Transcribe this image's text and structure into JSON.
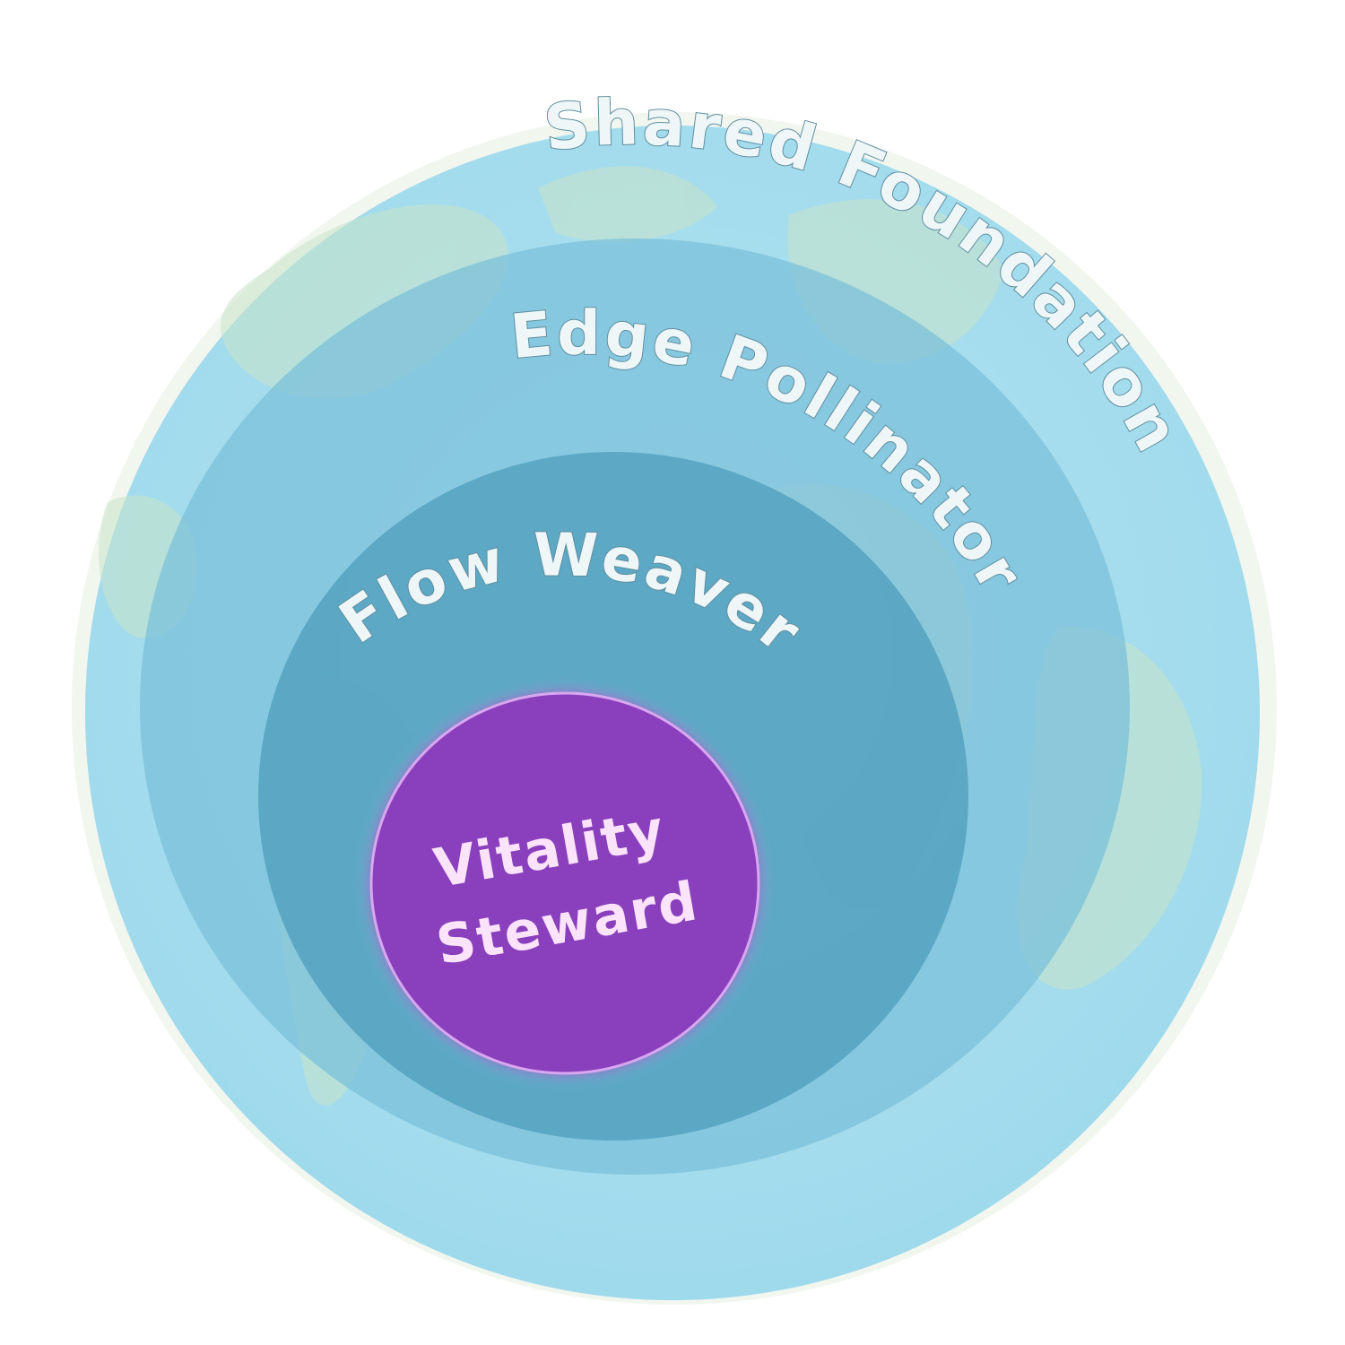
{
  "diagram": {
    "rings": [
      {
        "id": "outer",
        "label": "Shared Foundation",
        "color": "#9fdcef"
      },
      {
        "id": "second",
        "label": "Edge Pollinator",
        "color": "#78bfda"
      },
      {
        "id": "third",
        "label": "Flow Weaver",
        "color": "#4f9fbe"
      },
      {
        "id": "core",
        "label_line1": "Vitality",
        "label_line2": "Steward",
        "color": "#8a40bc"
      }
    ],
    "map_color": "#c9e3c8"
  }
}
